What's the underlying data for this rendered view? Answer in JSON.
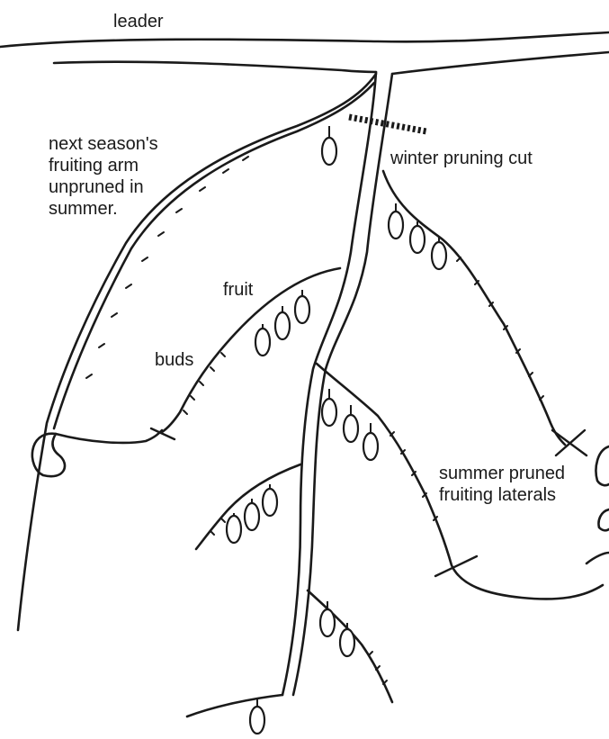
{
  "labels": {
    "leader": "leader",
    "next_season_arm": "next season's\nfruiting arm\nunpruned in\nsummer.",
    "winter_cut": "winter pruning cut",
    "fruit": "fruit",
    "buds": "buds",
    "summer_pruned": "summer pruned\nfruiting laterals"
  },
  "colors": {
    "ink": "#1a1a1a",
    "background": "#ffffff"
  }
}
